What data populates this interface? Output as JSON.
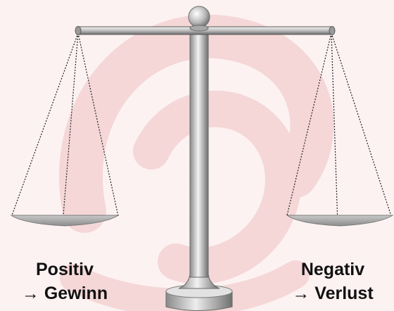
{
  "labels": {
    "left": {
      "line1": "Positiv",
      "line2": "→ Gewinn"
    },
    "right": {
      "line1": "Negativ",
      "line2": "→ Verlust"
    }
  },
  "colors": {
    "background": "#fdf2f2",
    "watermark": "#f5d7d7",
    "metal_light": "#f0f0f0",
    "metal_dark": "#7a7a7a",
    "pan": "#9a9a9a",
    "text": "#111111"
  }
}
